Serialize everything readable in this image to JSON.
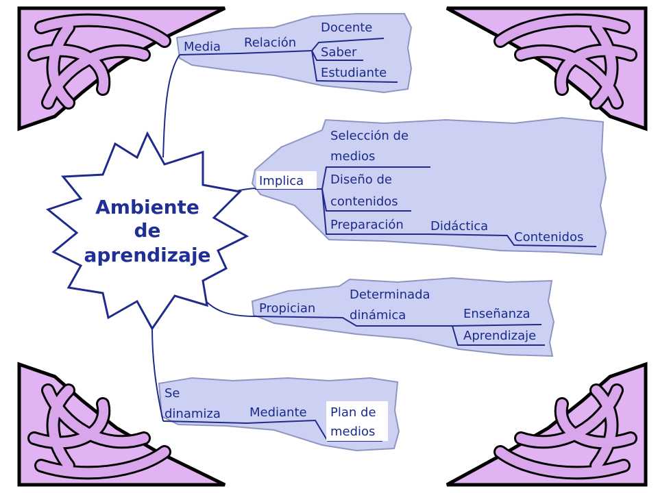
{
  "center": {
    "line1": "Ambiente",
    "line2": "de",
    "line3": "aprendizaje"
  },
  "branch_media": {
    "media": "Media",
    "relacion": "Relación",
    "docente": "Docente",
    "saber": "Saber",
    "estudiante": "Estudiante"
  },
  "branch_implica": {
    "implica": "Implica",
    "seleccion_1": "Selección de",
    "seleccion_2": "medios",
    "diseno_1": "Diseño de",
    "diseno_2": "contenidos",
    "preparacion": "Preparación",
    "didactica": "Didáctica",
    "contenidos": "Contenidos"
  },
  "branch_propician": {
    "propician": "Propician",
    "determinada_1": "Determinada",
    "determinada_2": "dinámica",
    "ensenanza": "Enseñanza",
    "aprendizaje": "Aprendizaje"
  },
  "branch_dinamiza": {
    "se": "Se",
    "dinamiza": "dinamiza",
    "mediante": "Mediante",
    "plan_1": "Plan de",
    "plan_2": "medios"
  },
  "colors": {
    "panel": "#ccd0f2",
    "ink": "#1e2a8c",
    "knot": "#e2b3f2"
  },
  "decorations": [
    "celtic-knot-corner-top-left",
    "celtic-knot-corner-top-right",
    "celtic-knot-corner-bottom-left",
    "celtic-knot-corner-bottom-right"
  ]
}
